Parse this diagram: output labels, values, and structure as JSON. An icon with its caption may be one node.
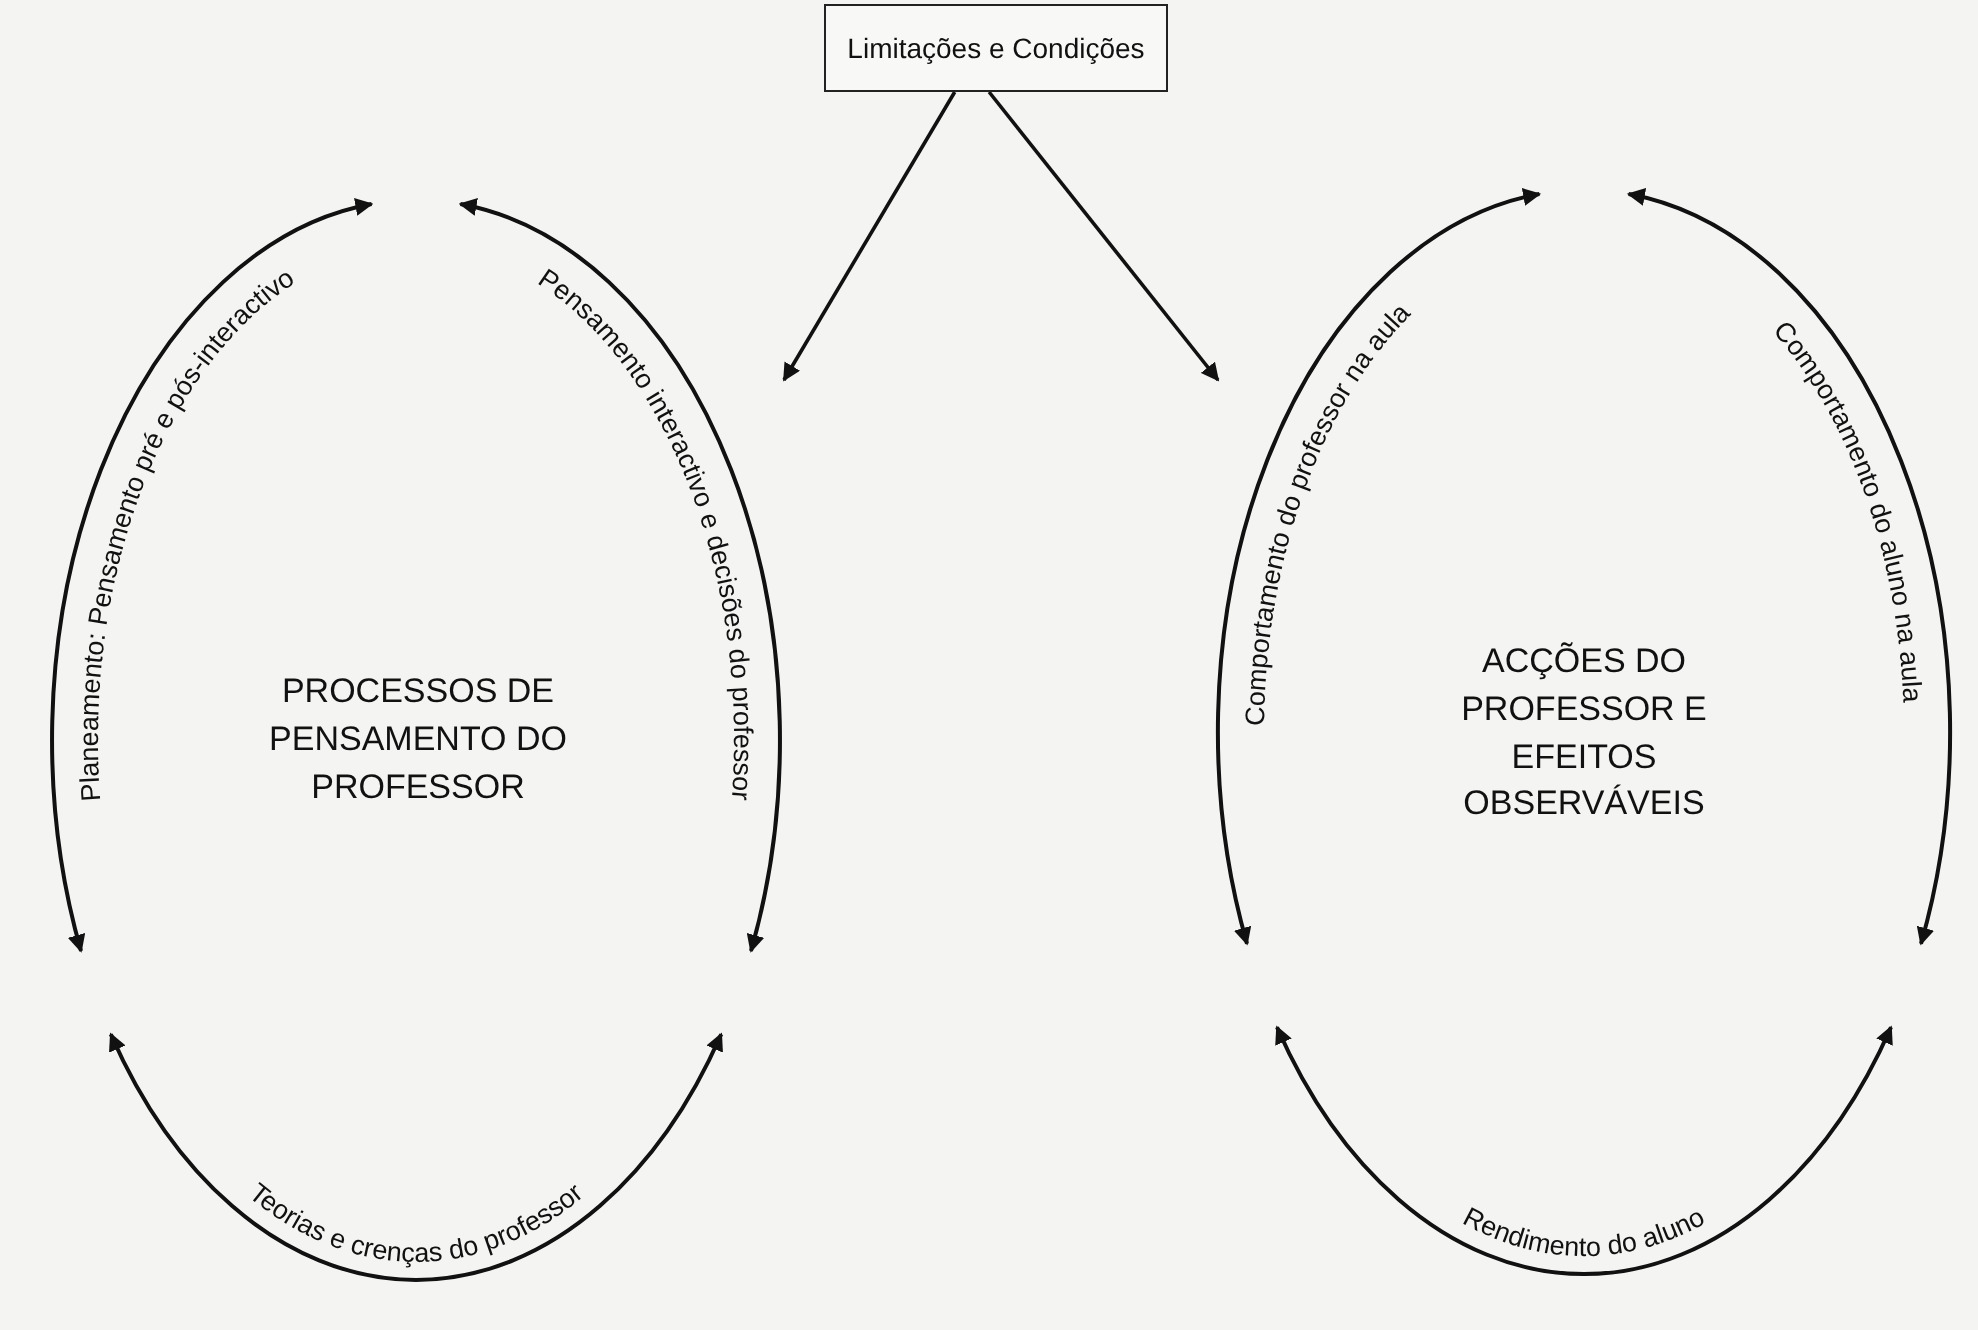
{
  "diagram": {
    "nodes": [
      {
        "text": [
          "Limitações e Condições"
        ]
      },
      {
        "text": [
          "PROCESSOS DE PENSAMENTO DO PROFESSOR"
        ]
      },
      {
        "text": [
          "ACÇÕES DO PROFESSOR E EFEITOS OBSERVÁVEIS"
        ]
      }
    ],
    "edges": [
      {
        "from": 0,
        "to": 1,
        "arrow": "to"
      },
      {
        "from": 0,
        "to": 2,
        "arrow": "to"
      }
    ],
    "labels": [
      "Planeamento: Pensamento pré e pós-interactivo",
      "Pensamento interactivo e decisões do professor",
      "Comportamento do professor na aula",
      "Comportamento do aluno na aula",
      "Teorias e crenças do professor",
      "Rendimento do aluno"
    ]
  }
}
